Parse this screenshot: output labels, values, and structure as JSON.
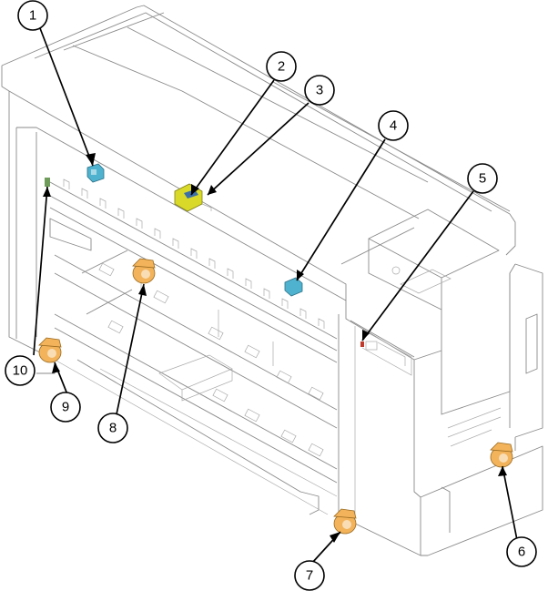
{
  "colors": {
    "background": "#ffffff",
    "outline": "#8a8a8a",
    "callout_stroke": "#000000",
    "part_blue": "#4fb3cf",
    "part_yellow": "#d9d92a",
    "part_orange": "#f2b35a",
    "part_green": "#6f9c5a",
    "part_red": "#c0392b"
  },
  "callouts": [
    {
      "label": "1"
    },
    {
      "label": "2"
    },
    {
      "label": "3"
    },
    {
      "label": "4"
    },
    {
      "label": "5"
    },
    {
      "label": "6"
    },
    {
      "label": "7"
    },
    {
      "label": "8"
    },
    {
      "label": "9"
    },
    {
      "label": "10"
    }
  ],
  "parts": {
    "sensor_1": {
      "icon": "blue-sensor-icon"
    },
    "sensor_2_3": {
      "icon": "yellow-sensor-assembly-icon"
    },
    "sensor_4": {
      "icon": "blue-sensor-icon"
    },
    "sensor_5": {
      "icon": "red-indicator-icon"
    },
    "roller_6": {
      "icon": "orange-roller-icon"
    },
    "roller_7": {
      "icon": "orange-roller-icon"
    },
    "roller_8": {
      "icon": "orange-roller-icon"
    },
    "roller_9": {
      "icon": "orange-roller-icon"
    },
    "sensor_10": {
      "icon": "green-sensor-icon"
    }
  }
}
